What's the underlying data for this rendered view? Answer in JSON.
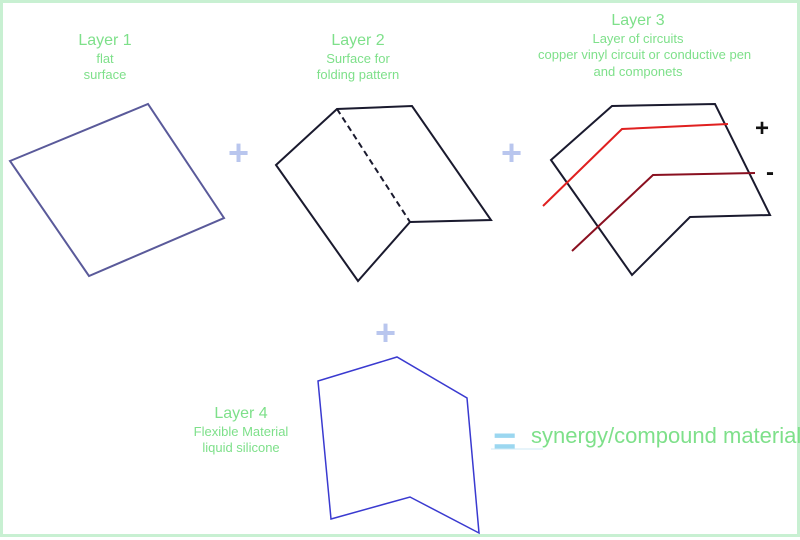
{
  "layers": [
    {
      "title": "Layer 1",
      "lines": [
        "flat",
        "surface"
      ]
    },
    {
      "title": "Layer 2",
      "lines": [
        "Surface for",
        "folding pattern"
      ]
    },
    {
      "title": "Layer 3",
      "lines": [
        "Layer of circuits",
        "copper vinyl circuit or conductive pen",
        "and componets"
      ]
    },
    {
      "title": "Layer 4",
      "lines": [
        "Flexible Material",
        "liquid silicone"
      ]
    }
  ],
  "operators": {
    "plus": "+",
    "equals": "="
  },
  "circuit_signs": {
    "positive": "+",
    "negative": "-"
  },
  "result_text": "synergy/compound material",
  "colors": {
    "label": "#7ee08a",
    "operator_plus": "#b9c6ee",
    "operator_equals": "#9bd7f0",
    "shape_stroke": "#1a1a2e",
    "layer1_stroke": "#5a5a9a",
    "layer4_stroke": "#3a3ad0",
    "positive_trace": "#e02020",
    "negative_trace": "#8a1020"
  }
}
